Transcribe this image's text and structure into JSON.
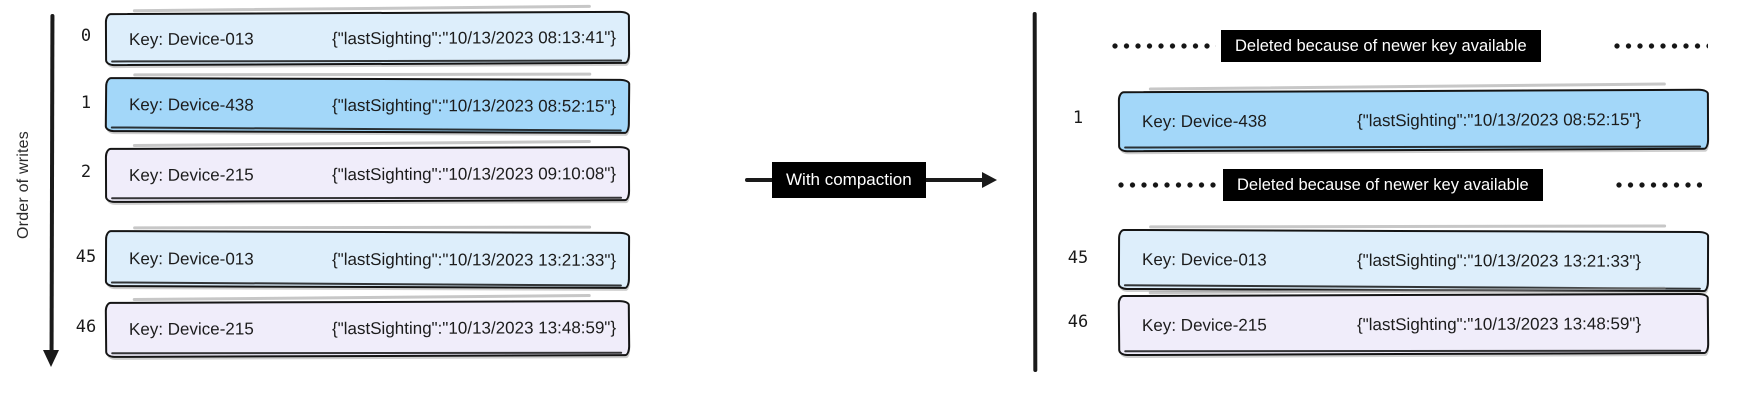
{
  "diagram": {
    "left": {
      "axis_label": "Order of writes",
      "records": [
        {
          "index": "0",
          "key": "Key: Device-013",
          "value": "{\"lastSighting\":\"10/13/2023 08:13:41\"}",
          "color": "light_blue"
        },
        {
          "index": "1",
          "key": "Key: Device-438",
          "value": "{\"lastSighting\":\"10/13/2023 08:52:15\"}",
          "color": "medium_blue"
        },
        {
          "index": "2",
          "key": "Key: Device-215",
          "value": "{\"lastSighting\":\"10/13/2023 09:10:08\"}",
          "color": "lavender"
        },
        {
          "index": "45",
          "key": "Key: Device-013",
          "value": "{\"lastSighting\":\"10/13/2023 13:21:33\"}",
          "color": "light_blue"
        },
        {
          "index": "46",
          "key": "Key: Device-215",
          "value": "{\"lastSighting\":\"10/13/2023 13:48:59\"}",
          "color": "lavender"
        }
      ]
    },
    "transform_arrow": {
      "label": "With compaction"
    },
    "right": {
      "deleted_label_1": "Deleted because of newer key available",
      "deleted_label_2": "Deleted because of newer key available",
      "records": [
        {
          "index": "1",
          "key": "Key: Device-438",
          "value": "{\"lastSighting\":\"10/13/2023 08:52:15\"}",
          "color": "medium_blue"
        },
        {
          "index": "45",
          "key": "Key: Device-013",
          "value": "{\"lastSighting\":\"10/13/2023 13:21:33\"}",
          "color": "light_blue"
        },
        {
          "index": "46",
          "key": "Key: Device-215",
          "value": "{\"lastSighting\":\"10/13/2023 13:48:59\"}",
          "color": "lavender"
        }
      ]
    },
    "colors": {
      "light_blue": "#ddeefb",
      "medium_blue": "#a3d7f9",
      "lavender": "#f0edfa",
      "ink": "#1a1a1a",
      "label_bg": "#000000",
      "label_text": "#ffffff"
    }
  }
}
